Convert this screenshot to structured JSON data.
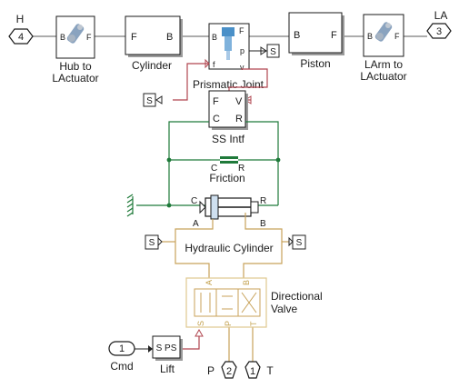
{
  "colors": {
    "mech": "#1f7a3a",
    "phys": "#b0454f",
    "hyd": "#c8a25a",
    "signal": "#222222",
    "block_border": "#1a1a1a",
    "block_fill": "#ffffff",
    "shadow": "#9a9a9a",
    "accent_blue": "#4a90c8"
  },
  "outports": {
    "h": {
      "number": "4",
      "label": "H"
    },
    "la": {
      "number": "3",
      "label": "LA"
    }
  },
  "blocks": {
    "hub_to_lactuator": {
      "name_line1": "Hub to",
      "name_line2": "LActuator",
      "port_b": "B",
      "port_f": "F",
      "icon": "rigid-transform-icon"
    },
    "cylinder": {
      "name": "Cylinder",
      "port_f": "F",
      "port_b": "B"
    },
    "prismatic_joint": {
      "name": "Prismatic  Joint",
      "port_b": "B",
      "port_f": "F",
      "port_p": "p",
      "port_v": "v",
      "port_ff": "f",
      "icon": "prismatic-joint-icon"
    },
    "piston": {
      "name": "Piston",
      "port_b": "B",
      "port_f": "F"
    },
    "larm_to_lactuator": {
      "name_line1": "LArm to",
      "name_line2": "LActuator",
      "port_b": "B",
      "port_f": "F",
      "icon": "rigid-transform-icon"
    },
    "ss_intf": {
      "name": "SS Intf",
      "port_f": "F",
      "port_v": "V",
      "port_c": "C",
      "port_r": "R"
    },
    "friction": {
      "name": "Friction",
      "port_c": "C",
      "port_r": "R"
    },
    "hydraulic_cylinder": {
      "name": "Hydraulic Cylinder",
      "port_a": "A",
      "port_b": "B",
      "port_c": "C",
      "port_r": "R"
    },
    "directional_valve": {
      "name_line1": "Directional",
      "name_line2": "Valve",
      "port_a": "A",
      "port_b": "B",
      "port_s": "S",
      "port_p": "P",
      "port_t": "T"
    },
    "lift": {
      "name": "Lift",
      "text": "S PS"
    },
    "scope_tags": {
      "label": "S"
    }
  },
  "inports": {
    "cmd": {
      "number": "1",
      "label": "Cmd"
    }
  },
  "connection_ports": {
    "p": {
      "number": "2",
      "label": "P"
    },
    "t": {
      "number": "1",
      "label": "T"
    }
  }
}
